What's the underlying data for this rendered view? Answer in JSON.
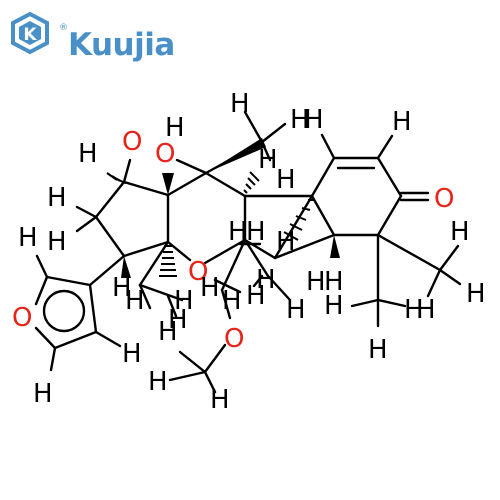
{
  "brand": {
    "name": "Kuujia",
    "mark_letter": "K",
    "registered": "®",
    "color": "#4a90c8"
  },
  "molecule": {
    "colors": {
      "carbon_bond": "#000000",
      "hydrogen": "#000000",
      "oxygen": "#e8231a"
    },
    "atom_labels": {
      "hydroxyl_o": "O",
      "hydroxyl_h": "H",
      "ring_ether_o": "O",
      "furan_o": "O",
      "ketone_o": "O",
      "methoxy_o": "O",
      "lactone_o": "O",
      "h": "H"
    }
  }
}
